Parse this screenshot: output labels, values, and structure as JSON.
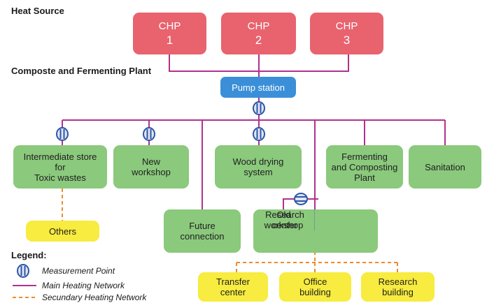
{
  "labels": {
    "heat_source": "Heat Source",
    "plant": "Composte and Fermenting Plant",
    "legend_title": "Legend:"
  },
  "chp": [
    {
      "line1": "CHP",
      "line2": "1"
    },
    {
      "line1": "CHP",
      "line2": "2"
    },
    {
      "line1": "CHP",
      "line2": "3"
    }
  ],
  "pump_station": "Pump station",
  "consumers": {
    "intermediate_store": [
      "Intermediate store",
      "for",
      "Toxic wastes"
    ],
    "new_workshop": [
      "New",
      "workshop"
    ],
    "wood_drying": [
      "Wood drying",
      "system"
    ],
    "fermenting": [
      "Fermenting",
      "and Composting",
      "Plant"
    ],
    "sanitation": [
      "Sanitation"
    ],
    "future": [
      "Future",
      "connection"
    ],
    "old_workshop": [
      "Old",
      "workshop"
    ],
    "research_center": [
      "Research",
      "center"
    ],
    "others": [
      "Others"
    ],
    "transfer": [
      "Transfer",
      "center"
    ],
    "office": [
      "Office",
      "building"
    ],
    "research_building": [
      "Research",
      "building"
    ]
  },
  "legend": {
    "measurement": "Measurement Point",
    "main": "Main Heating Network",
    "secondary": "Secundary Heating Network"
  },
  "colors": {
    "main_line": "#b1318f",
    "secondary_line": "#f08a2c",
    "meter_fill": "#2f55a8",
    "chp": "#e8636e",
    "pump": "#3b8fd8",
    "consumer": "#8bc97c",
    "secondary_consumer": "#f7ec3f"
  }
}
